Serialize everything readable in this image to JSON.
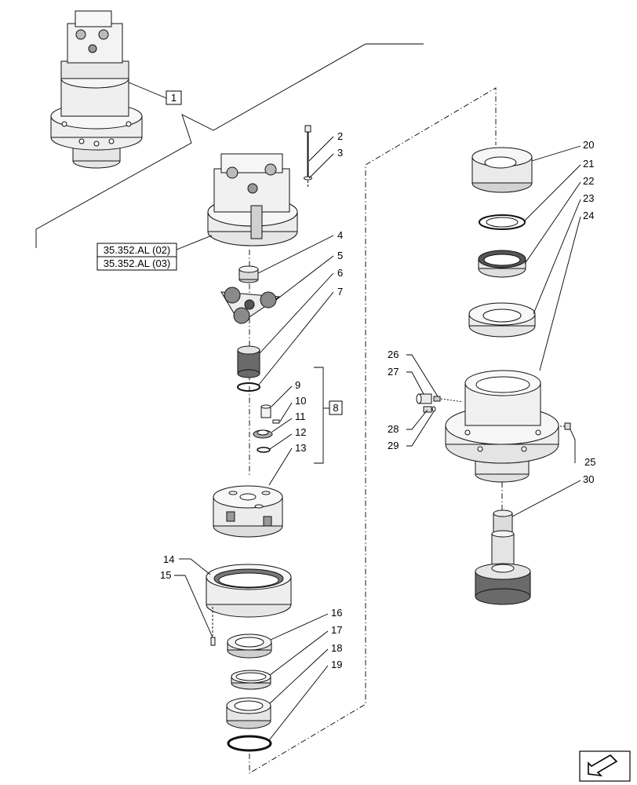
{
  "diagram": {
    "callouts": [
      "1",
      "2",
      "3",
      "4",
      "5",
      "6",
      "7",
      "8",
      "9",
      "10",
      "11",
      "12",
      "13",
      "14",
      "15",
      "16",
      "17",
      "18",
      "19",
      "20",
      "21",
      "22",
      "23",
      "24",
      "25",
      "26",
      "27",
      "28",
      "29",
      "30"
    ],
    "references": [
      "35.352.AL (02)",
      "35.352.AL (03)"
    ],
    "nav_icon": "arrow-icon",
    "colors": {
      "line": "#000000",
      "part_fill": "#f0f0f0",
      "part_shade": "#cfcfcf",
      "dark": "#4a4a4a"
    }
  }
}
